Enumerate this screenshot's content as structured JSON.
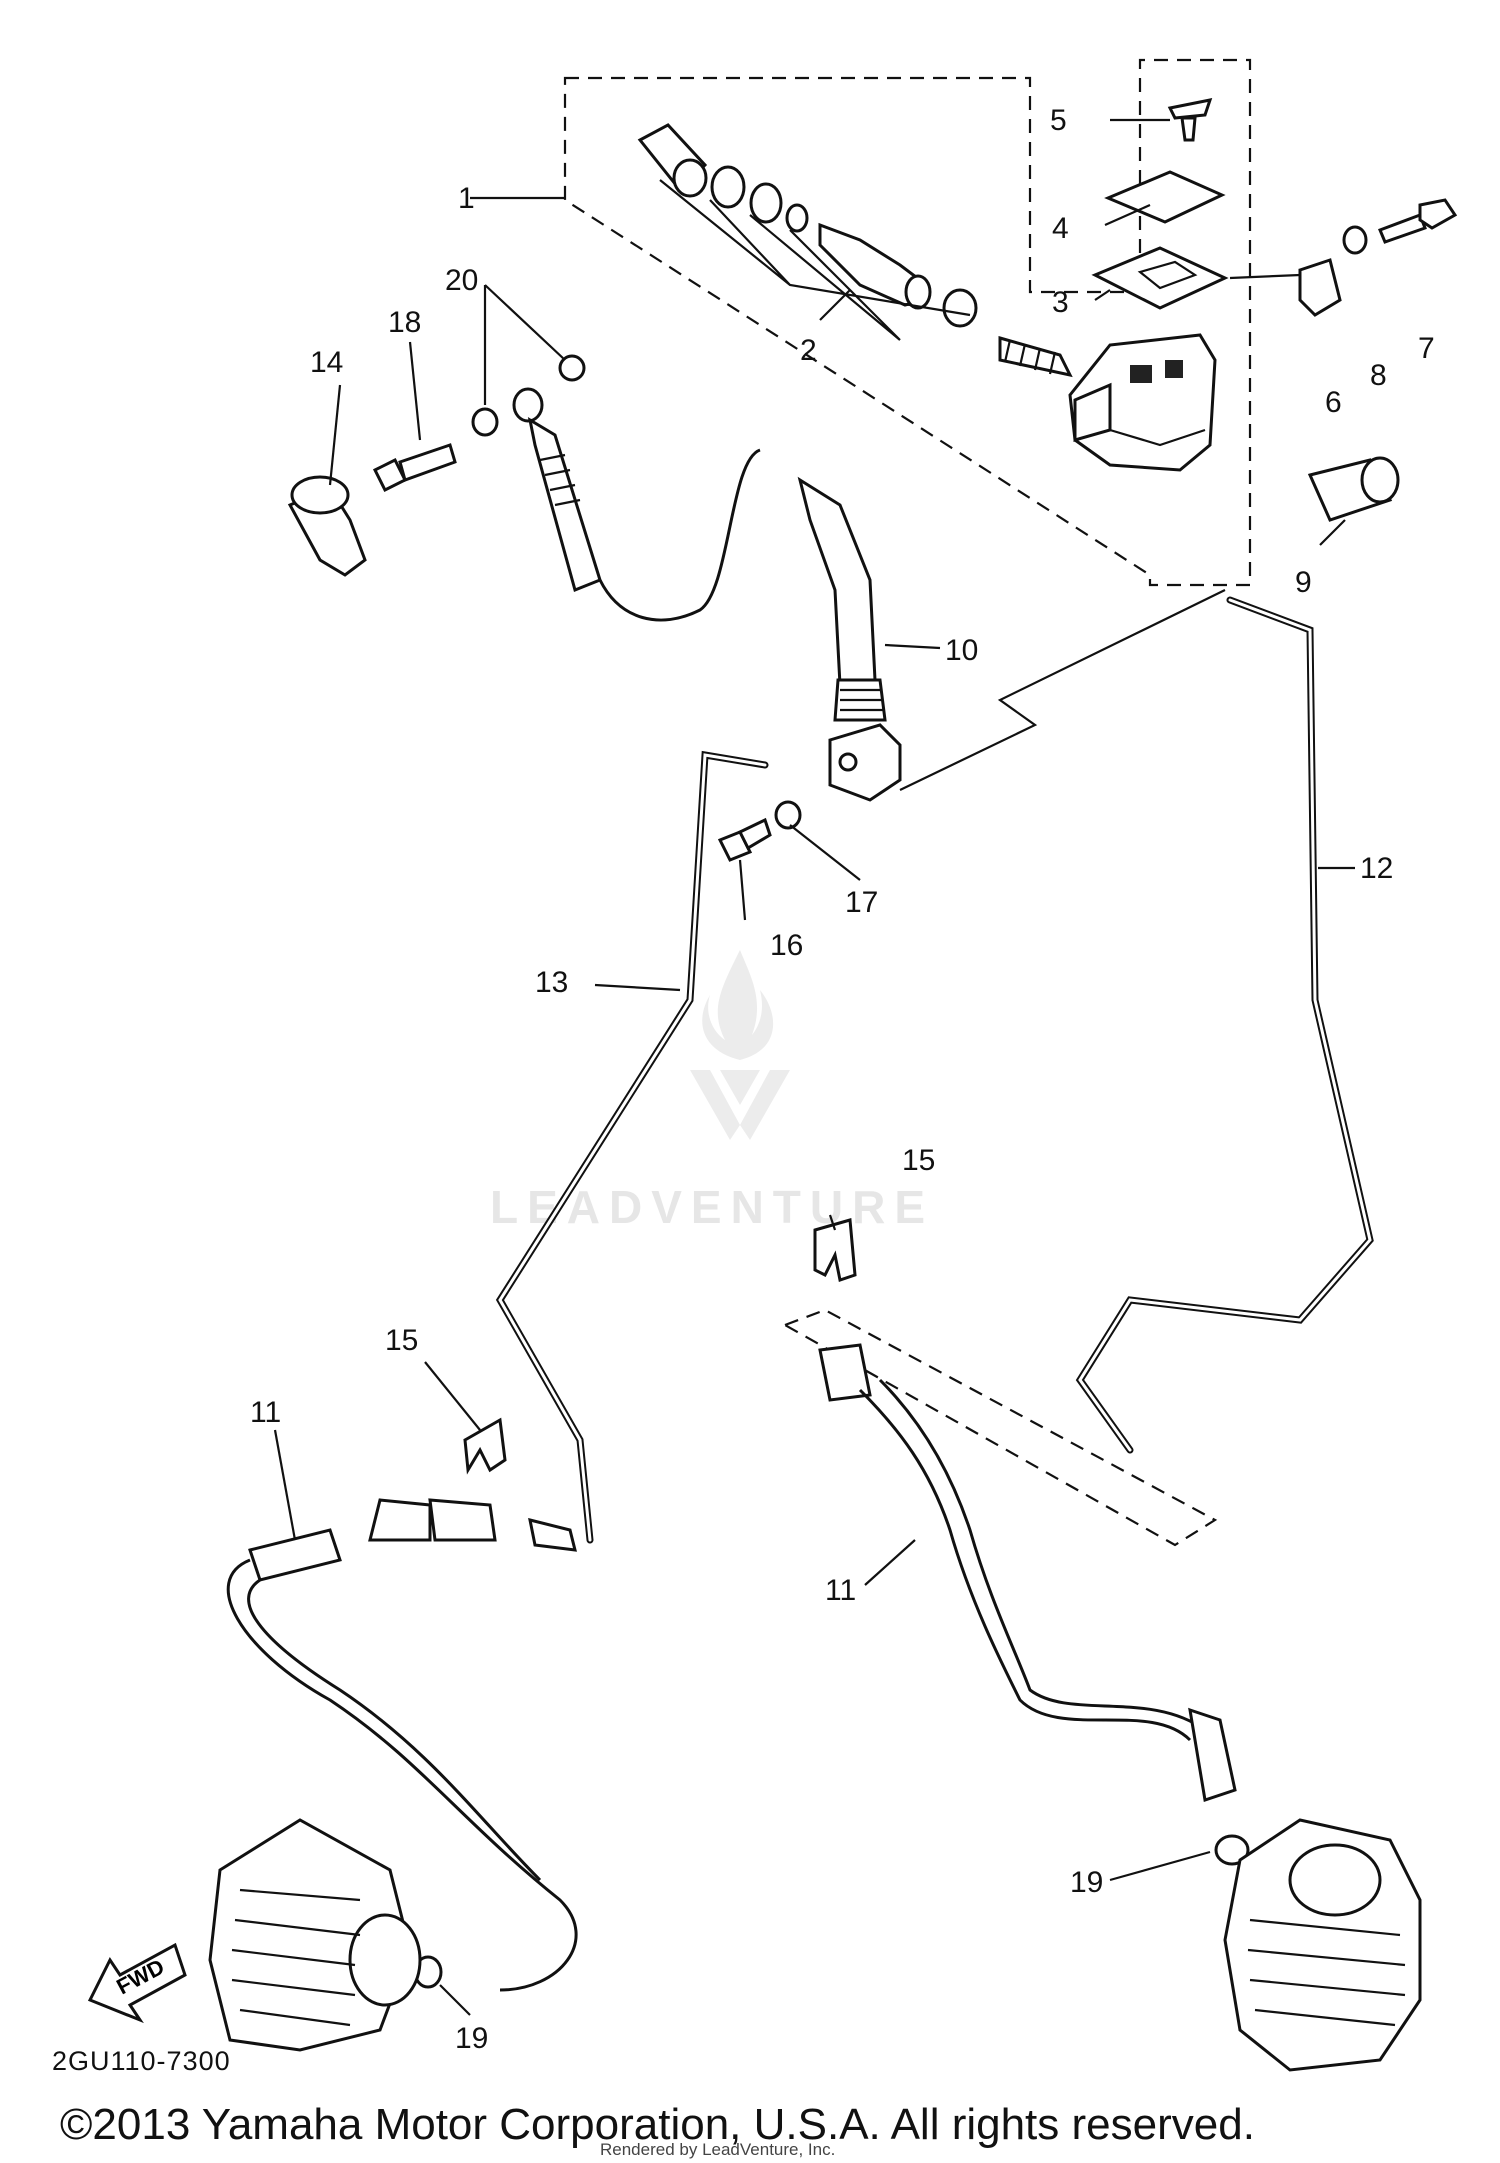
{
  "callouts": {
    "c1": "1",
    "c2": "2",
    "c3": "3",
    "c4": "4",
    "c5": "5",
    "c6": "6",
    "c7": "7",
    "c8": "8",
    "c9": "9",
    "c10": "10",
    "c11a": "11",
    "c11b": "11",
    "c12": "12",
    "c13": "13",
    "c14": "14",
    "c15a": "15",
    "c15b": "15",
    "c16": "16",
    "c17": "17",
    "c18": "18",
    "c19a": "19",
    "c19b": "19",
    "c20": "20"
  },
  "fwd_label": "FWD",
  "diagram_code": "2GU110-7300",
  "copyright": "©2013 Yamaha Motor Corporation, U.S.A. All rights reserved.",
  "rendered_by": "Rendered by LeadVenture, Inc.",
  "watermark": "LEADVENTURE"
}
